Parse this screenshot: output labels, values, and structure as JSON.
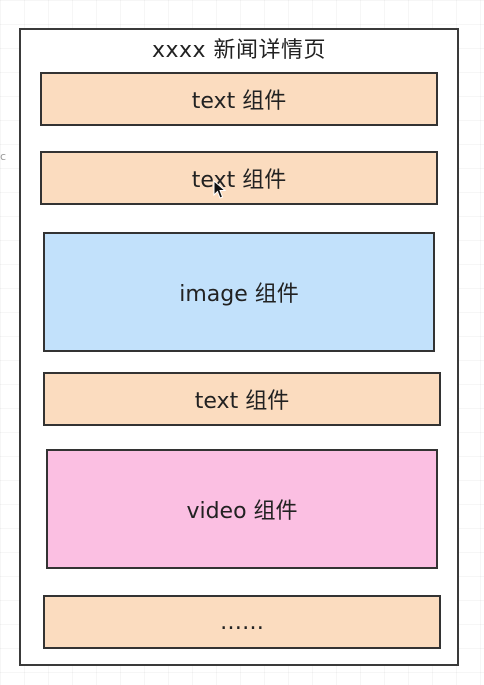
{
  "stray_mark": "c",
  "page": {
    "title": "xxxx 新闻详情页"
  },
  "blocks": [
    {
      "type": "text",
      "label": "text 组件"
    },
    {
      "type": "text",
      "label": "text 组件"
    },
    {
      "type": "image",
      "label": "image 组件"
    },
    {
      "type": "text",
      "label": "text 组件"
    },
    {
      "type": "video",
      "label": "video 组件"
    },
    {
      "type": "text",
      "label": "……"
    }
  ],
  "colors": {
    "text_block": "#fbdcbf",
    "image_block": "#c2e1fb",
    "video_block": "#fbbfe2",
    "border": "#333333"
  },
  "icons": {
    "cursor": "mouse-pointer-icon"
  }
}
